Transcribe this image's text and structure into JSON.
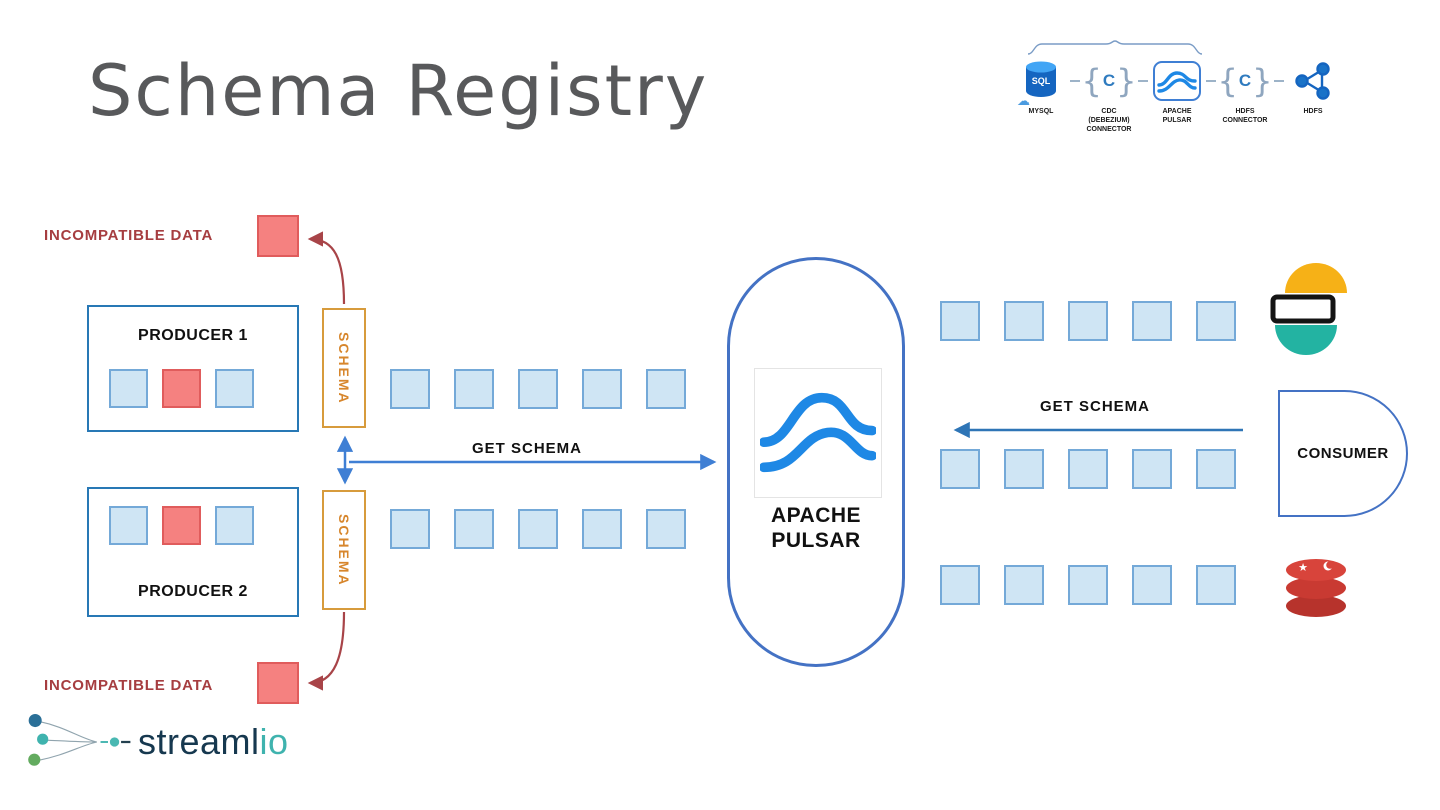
{
  "title": "Schema Registry",
  "pipeline": {
    "mysql_text": "SQL",
    "connector_letter": "C",
    "items": [
      {
        "label": "MYSQL"
      },
      {
        "label": "CDC (DEBEZIUM) CONNECTOR"
      },
      {
        "label": "APACHE PULSAR"
      },
      {
        "label": "HDFS CONNECTOR"
      },
      {
        "label": "HDFS"
      }
    ]
  },
  "producers": {
    "producer1_label": "PRODUCER 1",
    "producer2_label": "PRODUCER 2",
    "schema_label": "SCHEMA",
    "incompatible_label": "INCOMPATIBLE DATA"
  },
  "flow": {
    "get_schema_left": "GET SCHEMA",
    "get_schema_right": "GET SCHEMA",
    "squares_per_row": 5
  },
  "pulsar": {
    "label": "APACHE PULSAR"
  },
  "consumer": {
    "label": "CONSUMER"
  },
  "logo": {
    "dark": "streaml",
    "accent": "io"
  },
  "icons": {
    "cloud": "☁",
    "star": "★"
  },
  "colors": {
    "title_gray": "#58595b",
    "square_blue_fill": "#cfe5f4",
    "square_blue_border": "#74a9d8",
    "square_red_fill": "#f58180",
    "square_red_border": "#e05c5c",
    "producer_border": "#2878b5",
    "schema_border": "#d79b3c",
    "schema_text": "#d7862c",
    "arrow_blue": "#3f7fd4",
    "arrow_dark_blue": "#2e75b6",
    "arrow_red": "#a84448",
    "incompatible_text": "#a63d40",
    "pulsar_border": "#4472c4",
    "pulsar_wave": "#1e88e5"
  }
}
